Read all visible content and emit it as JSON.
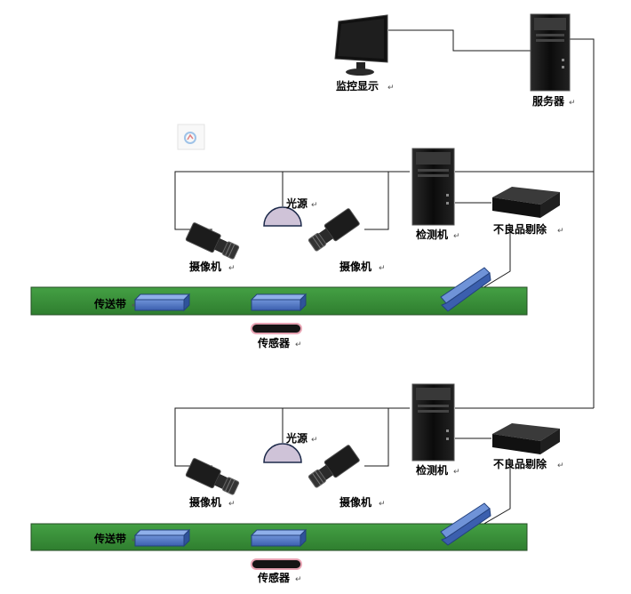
{
  "labels": {
    "monitor": "监控显示",
    "server": "服务器",
    "light": "光源",
    "inspector": "检测机",
    "reject": "不良品剔除",
    "camera": "摄像机",
    "conveyor": "传送带",
    "sensor": "传感器"
  },
  "paragraph_mark": "↵",
  "colors": {
    "conveyor_fill": "#3c8f3c",
    "product_fill": "#4a72c0",
    "light_fill": "#cfc3d8",
    "sensor_fill": "#151515",
    "sensor_ring": "#e7a3b3",
    "wire": "#1a1a1a"
  }
}
